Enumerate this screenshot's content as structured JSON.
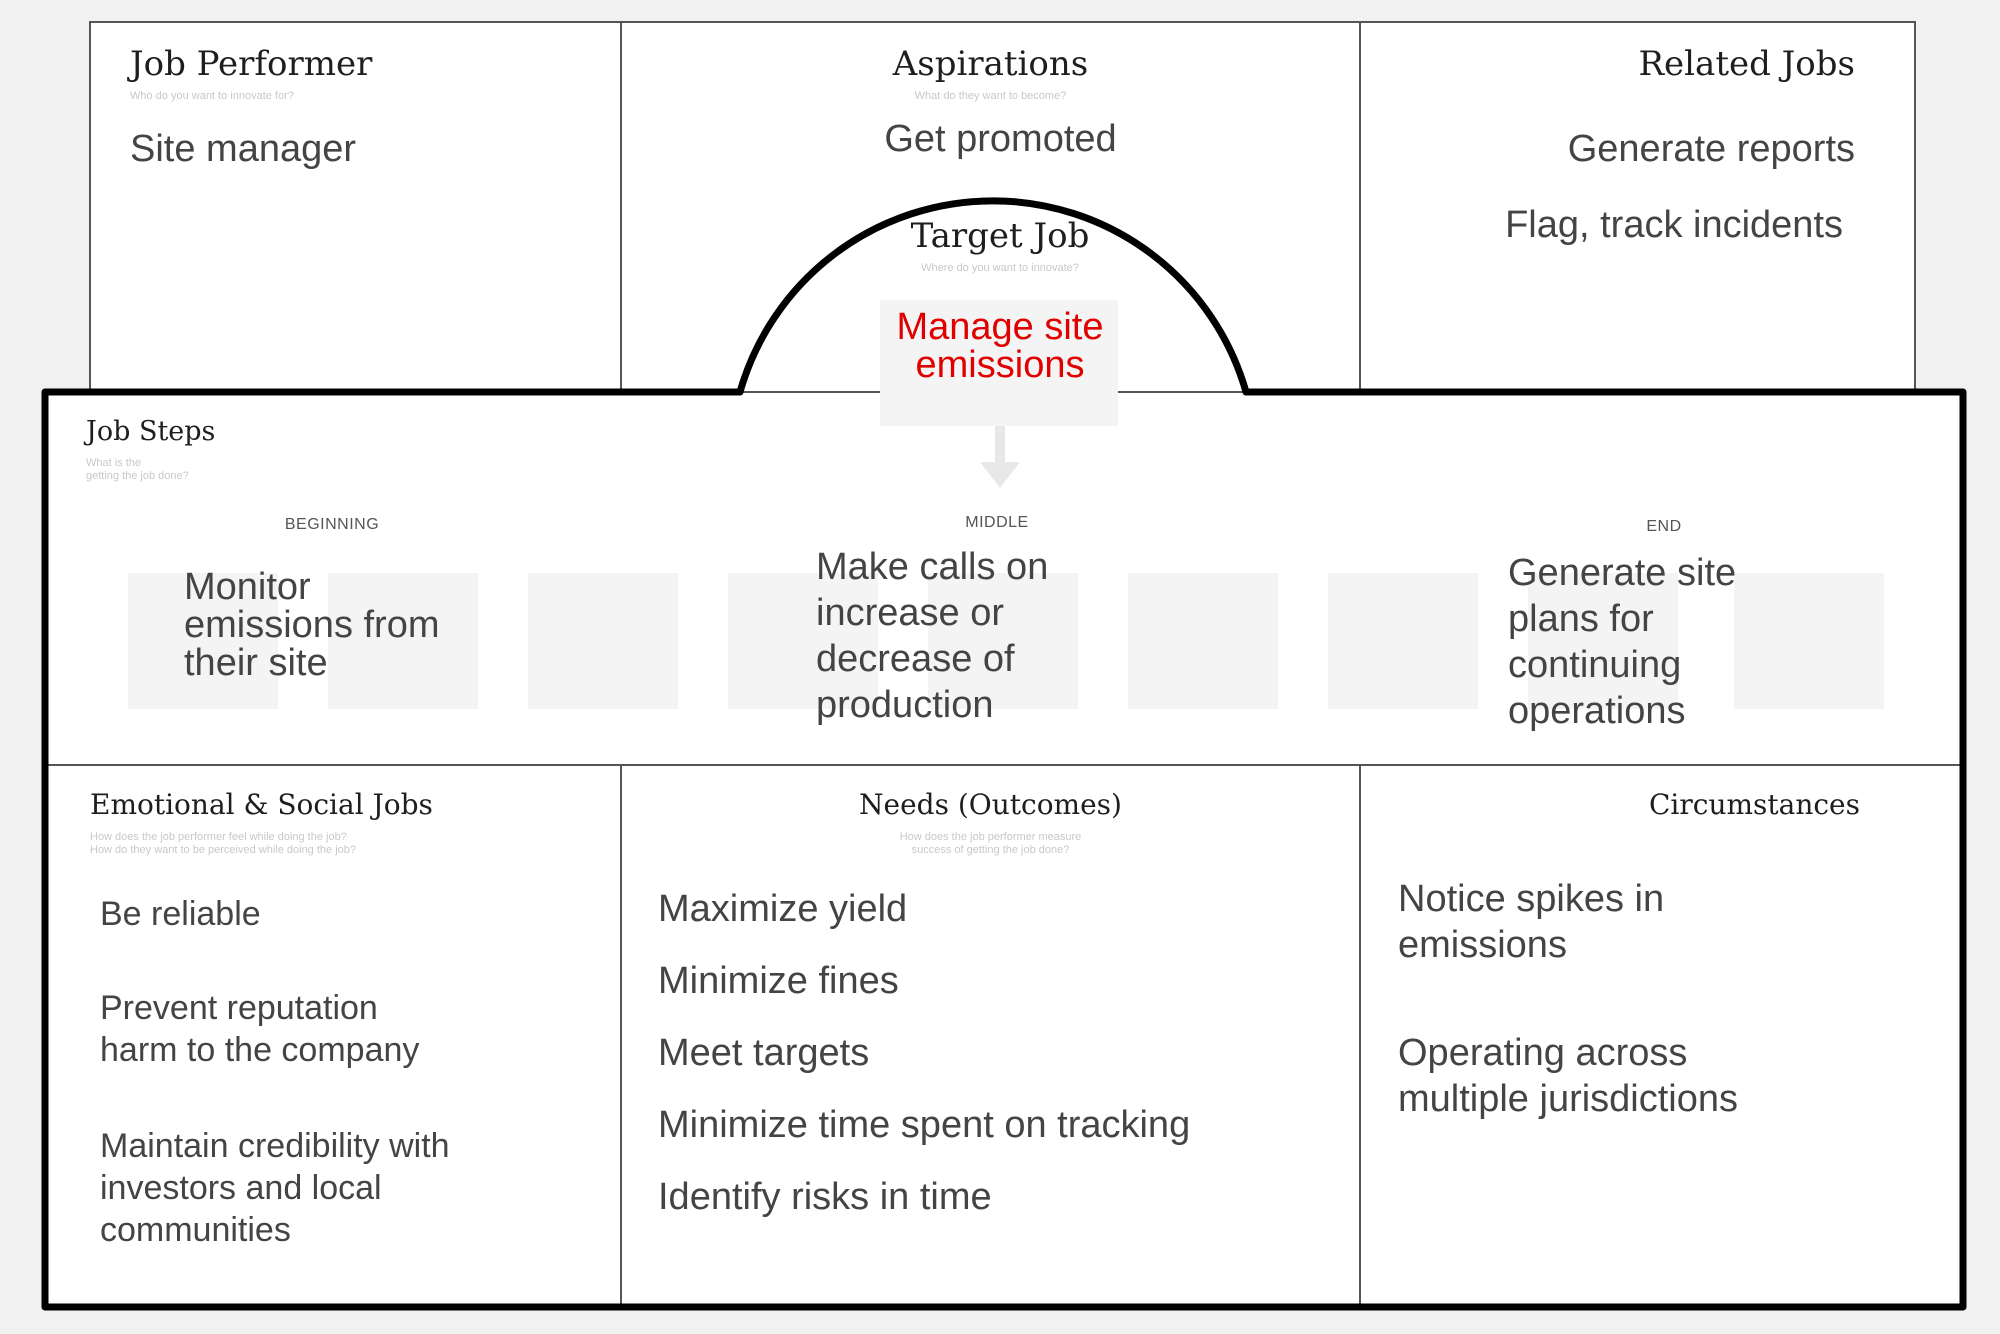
{
  "job_performer": {
    "title": "Job Performer",
    "subtitle": "Who do you want to innovate for?",
    "value": "Site manager"
  },
  "aspirations": {
    "title": "Aspirations",
    "subtitle": "What do they want to become?",
    "value": "Get promoted"
  },
  "related_jobs": {
    "title": "Related Jobs",
    "items": [
      "Generate reports",
      "Flag, track incidents"
    ]
  },
  "target_job": {
    "title": "Target Job",
    "subtitle": "Where do you want to innovate?",
    "value": "Manage site\nemissions",
    "value_color": "#e00000"
  },
  "job_steps": {
    "title": "Job Steps",
    "subtitle_1": "What is the",
    "subtitle_2": "getting the job done?",
    "phases": {
      "beginning": "BEGINNING",
      "middle": "MIDDLE",
      "end": "END"
    },
    "steps": {
      "beginning": "Monitor\nemissions from\ntheir site",
      "middle": "Make calls on\nincrease or\ndecrease of\nproduction",
      "end": "Generate site\nplans for\ncontinuing\noperations"
    }
  },
  "emotional_social": {
    "title": "Emotional & Social Jobs",
    "subtitle_1": "How does the job performer feel while doing the job?",
    "subtitle_2": "How do they want to be perceived while doing the job?",
    "items": [
      "Be reliable",
      "Prevent reputation\nharm to the company",
      "Maintain credibility with\ninvestors and local\ncommunities"
    ]
  },
  "needs": {
    "title": "Needs (Outcomes)",
    "subtitle_1": "How does the job performer measure",
    "subtitle_2": "success of getting the job done?",
    "items": [
      "Maximize yield",
      "Minimize fines",
      "Meet targets",
      "Minimize time spent on tracking",
      "Identify risks in time"
    ]
  },
  "circumstances": {
    "title": "Circumstances",
    "items": [
      "Notice spikes in\nemissions",
      "Operating across\nmultiple jurisdictions"
    ]
  },
  "colors": {
    "background": "#f1f1f1",
    "panel": "#ffffff",
    "thick_border": "#000000",
    "thin_border": "#555555",
    "accent_red": "#e00000"
  }
}
